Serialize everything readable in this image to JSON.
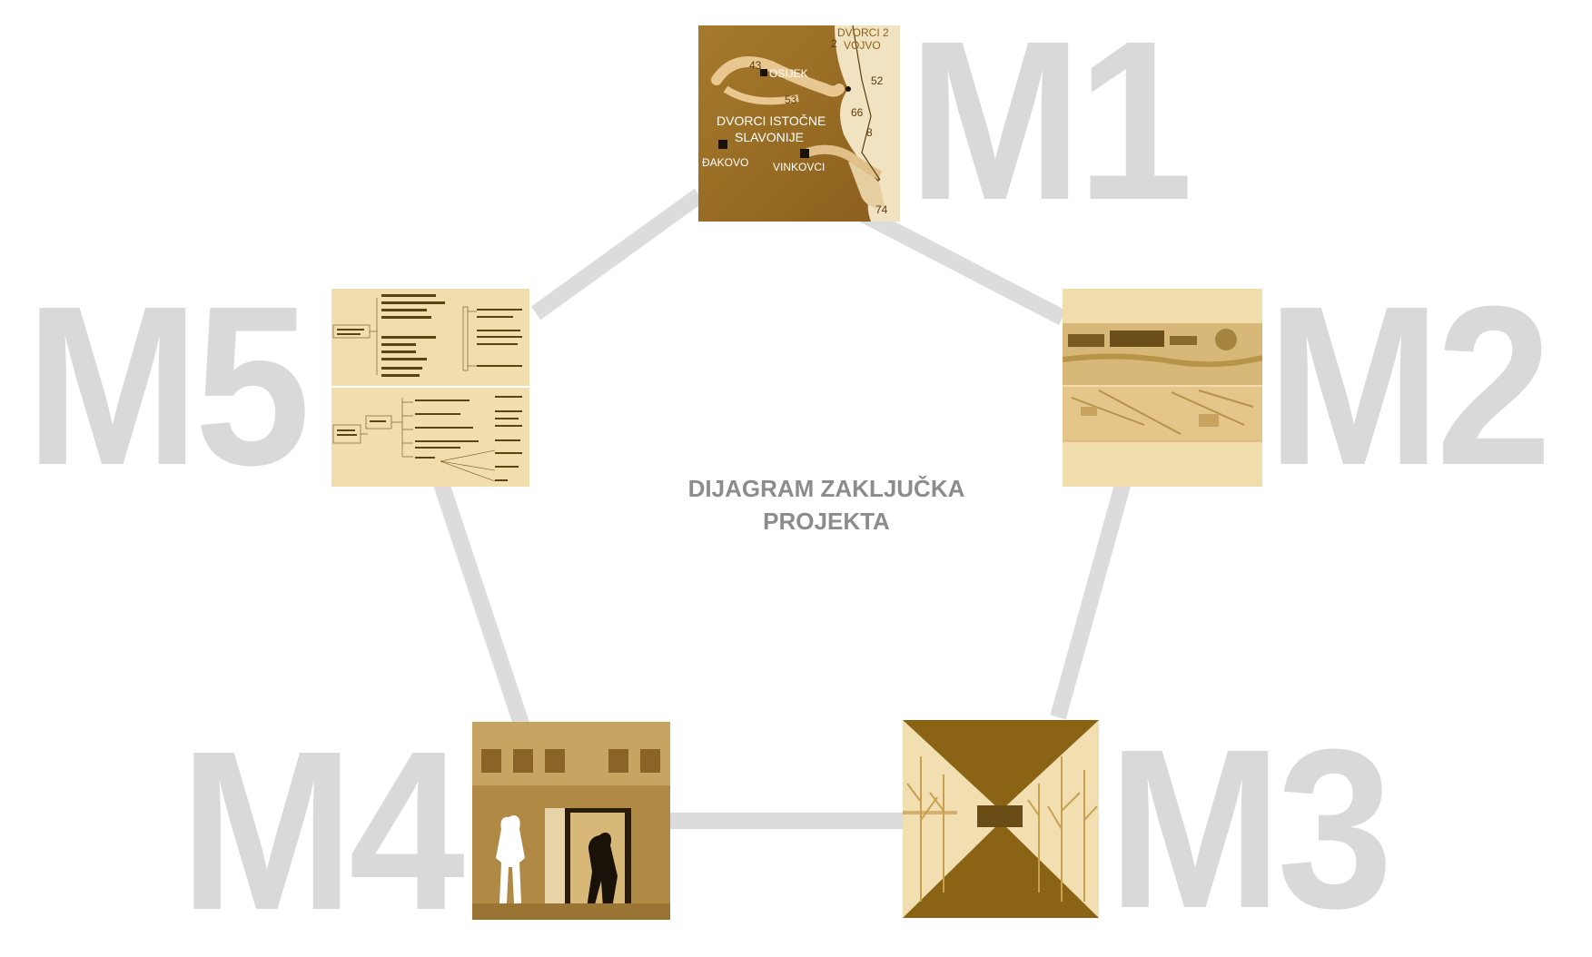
{
  "diagram": {
    "title_line1": "DIJAGRAM ZAKLJUČKA",
    "title_line2": "PROJEKTA",
    "nodes": [
      {
        "id": "m1",
        "label": "M1"
      },
      {
        "id": "m2",
        "label": "M2"
      },
      {
        "id": "m3",
        "label": "M3"
      },
      {
        "id": "m4",
        "label": "M4"
      },
      {
        "id": "m5",
        "label": "M5"
      }
    ],
    "colors": {
      "label": "#d9d9d9",
      "connector": "#dcdcdc",
      "sepia_dark": "#8a6414",
      "sepia_mid": "#c8a050",
      "sepia_light": "#f0dcac",
      "title": "#8c8c8c"
    }
  },
  "map_panel": {
    "region_line1": "DVORCI ISTOČNE",
    "region_line2": "SLAVONIJE",
    "town_osijek": "OSIJEK",
    "town_djakovo": "ĐAKOVO",
    "town_vinkovci": "VINKOVCI",
    "corner_text1": "DVORCI 2",
    "corner_text2": "VOJVO",
    "num_2": "2",
    "num_52": "52",
    "num_66": "66",
    "num_74": "74",
    "num_43": "43",
    "num_53": "53",
    "num_8": "8"
  }
}
